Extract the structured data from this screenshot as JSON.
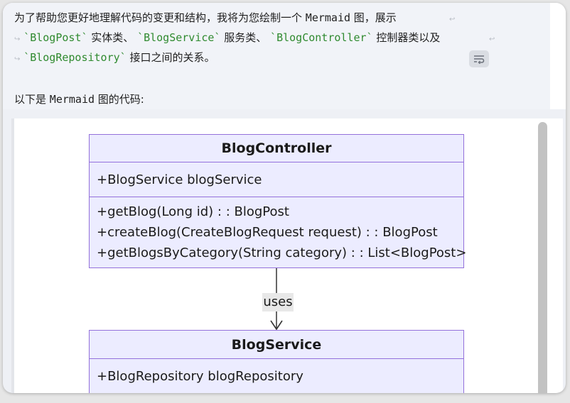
{
  "message": {
    "line1_text": "为了帮助您更好地理解代码的变更和结构，我将为您绘制一个",
    "line1_mermaid": "Mermaid",
    "line1_end": "图，展示",
    "line2_code1": "`BlogPost`",
    "line2_text1": "实体类、",
    "line2_code2": "`BlogService`",
    "line2_text2": "服务类、",
    "line2_code3": "`BlogController`",
    "line2_text3": "控制器类以及",
    "line3_code": "`BlogRepository`",
    "line3_text": "接口之间的关系。",
    "line4_text_a": "以下是",
    "line4_mermaid": "Mermaid",
    "line4_text_b": "图的代码:",
    "colors": {
      "code": "#2f8a2f",
      "class_fill": "#ececff",
      "class_border": "#9370db"
    }
  },
  "diagram": {
    "controller": {
      "title": "BlogController",
      "attributes": [
        "+BlogService blogService"
      ],
      "methods": [
        "+getBlog(Long id) : : BlogPost",
        "+createBlog(CreateBlogRequest request) : : BlogPost",
        "+getBlogsByCategory(String category) : : List<BlogPost>"
      ]
    },
    "edge_label": "uses",
    "service": {
      "title": "BlogService",
      "attributes": [
        "+BlogRepository blogRepository"
      ]
    }
  },
  "icons": {
    "wrap_toggle": "soft-wrap-icon",
    "wrap_marker": "line-wrap-marker-icon"
  }
}
